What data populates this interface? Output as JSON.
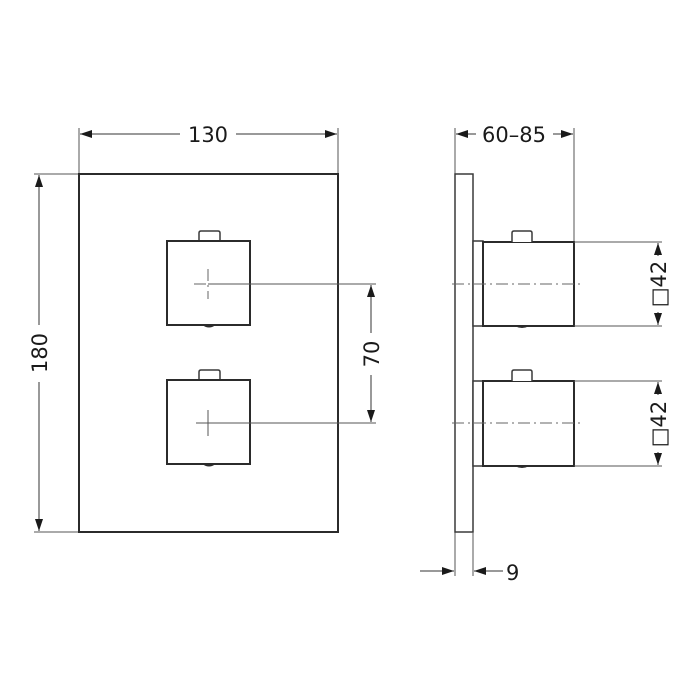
{
  "drawing": {
    "front_view": {
      "width_label": "130",
      "height_label": "180",
      "spacing_label": "70"
    },
    "side_view": {
      "depth_label": "60–85",
      "plate_label": "9",
      "knob_top_label": "□42",
      "knob_bottom_label": "□42"
    }
  },
  "colors": {
    "line": "#2b2b2b",
    "background": "#ffffff"
  }
}
